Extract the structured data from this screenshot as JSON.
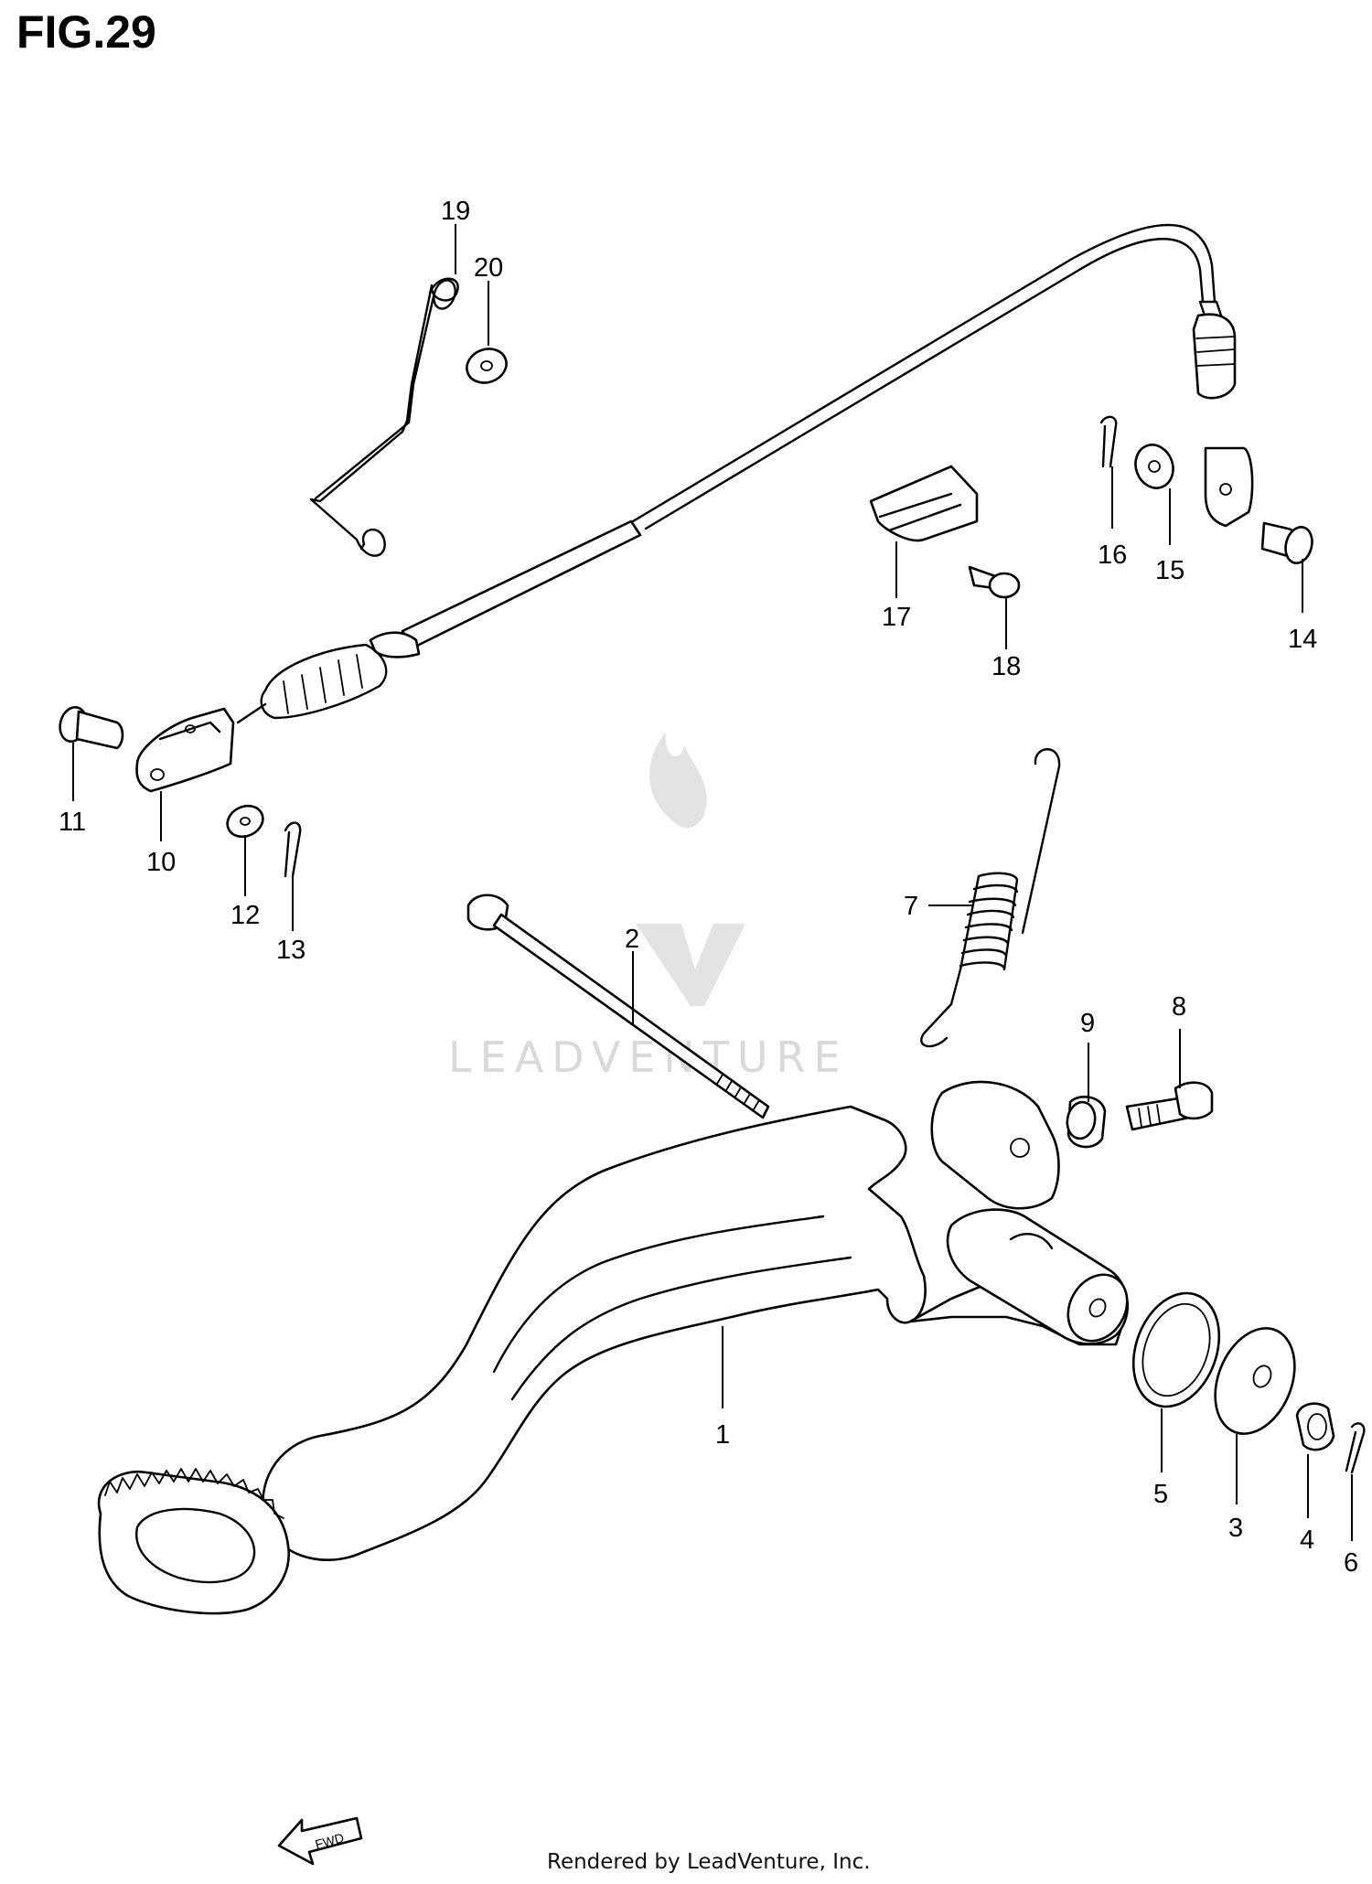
{
  "title": "FIG.29",
  "footer": "Rendered by LeadVenture, Inc.",
  "watermark": {
    "text": "LEADVENTURE",
    "color": "#d9d9d9"
  },
  "direction_badge": "FWD",
  "callouts": [
    "1",
    "2",
    "3",
    "4",
    "5",
    "6",
    "7",
    "8",
    "9",
    "10",
    "11",
    "12",
    "13",
    "14",
    "15",
    "16",
    "17",
    "18",
    "19",
    "20"
  ],
  "colors": {
    "ink": "#000000",
    "background": "#ffffff"
  }
}
